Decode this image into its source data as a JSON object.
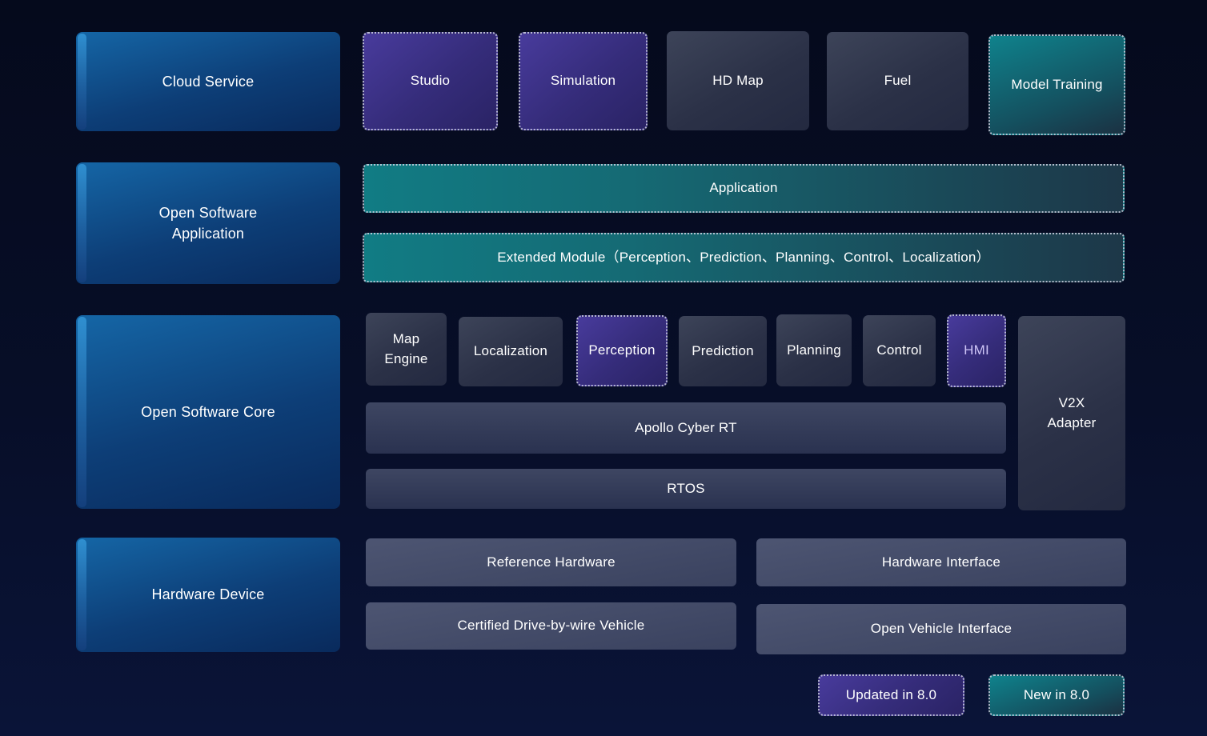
{
  "cloud_service": {
    "label": "Cloud Service",
    "studio": "Studio",
    "simulation": "Simulation",
    "hd_map": "HD Map",
    "fuel": "Fuel",
    "model_training": "Model Training"
  },
  "open_software_application": {
    "label": "Open Software Application",
    "application": "Application",
    "extended_module": "Extended Module（Perception、Prediction、Planning、Control、Localization）"
  },
  "open_software_core": {
    "label": "Open Software Core",
    "map_engine": "Map Engine",
    "localization": "Localization",
    "perception": "Perception",
    "prediction": "Prediction",
    "planning": "Planning",
    "control": "Control",
    "hmi": "HMI",
    "v2x_adapter": "V2X Adapter",
    "apollo_cyber_rt": "Apollo Cyber RT",
    "rtos": "RTOS"
  },
  "hardware_device": {
    "label": "Hardware Device",
    "reference_hardware": "Reference Hardware",
    "hardware_interface": "Hardware Interface",
    "certified_vehicle": "Certified Drive-by-wire Vehicle",
    "open_vehicle_interface": "Open Vehicle Interface"
  },
  "legend": {
    "updated": "Updated in 8.0",
    "new": "New in 8.0"
  },
  "colors": {
    "background_top": "#050a1c",
    "background_bottom": "#0a1438",
    "primary_blue": "#0d3e77",
    "accent_stripe_blue": "#2f8fd0",
    "updated_purple": "#45389a",
    "new_teal": "#0f828c",
    "module_slate": "#39415a",
    "hardware_slate": "#475070",
    "hmi_text": "#cdc4f6",
    "text": "#ffffff"
  }
}
